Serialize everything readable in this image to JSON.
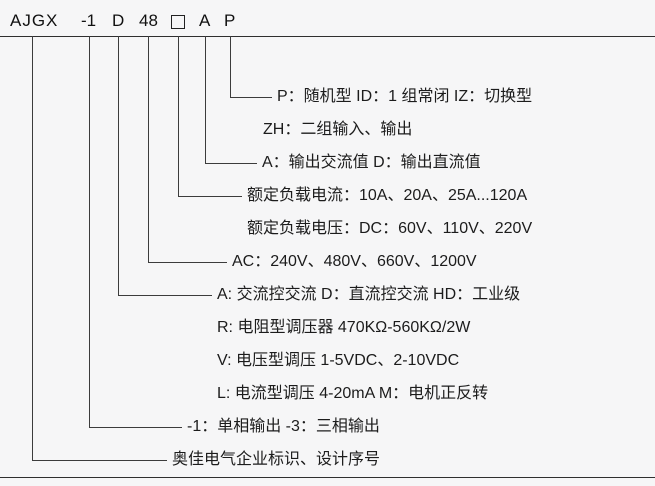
{
  "page": {
    "background": "#f6f6f7",
    "line_color": "#3c3c3c",
    "text_color": "#1c1c1c"
  },
  "model_code": {
    "brand": "AJGX",
    "phase": "-1",
    "control": "D",
    "voltage": "48",
    "current_placeholder": "",
    "output": "A",
    "type": "P"
  },
  "legend": {
    "rows": [
      {
        "text": "P：随机型 ID：1 组常闭 IZ：切换型"
      },
      {
        "text": "ZH：二组输入、输出"
      },
      {
        "text": "A：输出交流值 D：输出直流值"
      },
      {
        "text": "额定负载电流：10A、20A、25A...120A"
      },
      {
        "text": "额定负载电压：DC：60V、110V、220V"
      },
      {
        "text": "AC：240V、480V、660V、1200V"
      },
      {
        "text": "A: 交流控交流 D：直流控交流 HD：工业级"
      },
      {
        "text": "R: 电阻型调压器 470KΩ-560KΩ/2W"
      },
      {
        "text": "V: 电压型调压 1-5VDC、2-10VDC"
      },
      {
        "text": "L: 电流型调压 4-20mA M：电机正反转"
      },
      {
        "text": "-1：单相输出 -3：三相输出"
      },
      {
        "text": "奥佳电气企业标识、设计序号"
      }
    ]
  }
}
